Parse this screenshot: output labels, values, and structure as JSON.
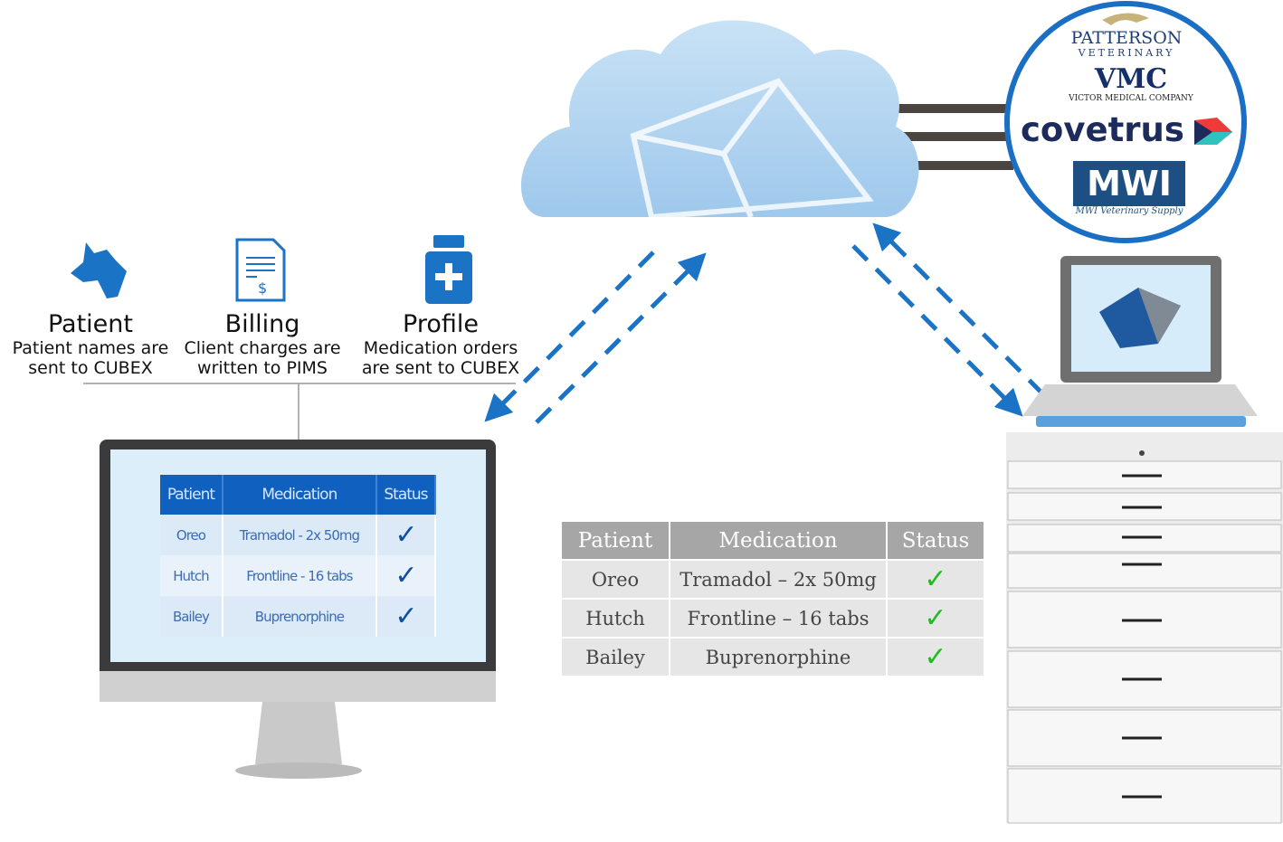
{
  "features": [
    {
      "icon": "dog-icon",
      "title": "Patient",
      "desc_line1": "Patient names are",
      "desc_line2": "sent to CUBEX"
    },
    {
      "icon": "invoice-icon",
      "title": "Billing",
      "desc_line1": "Client charges  are",
      "desc_line2": "written to PIMS"
    },
    {
      "icon": "medication-bottle-icon",
      "title": "Profile",
      "desc_line1": "Medication orders",
      "desc_line2": "are sent to CUBEX"
    }
  ],
  "monitor_table": {
    "headers": [
      "Patient",
      "Medication",
      "Status"
    ],
    "rows": [
      {
        "patient": "Oreo",
        "medication": "Tramadol - 2x 50mg",
        "status": "✓"
      },
      {
        "patient": "Hutch",
        "medication": "Frontline - 16 tabs",
        "status": "✓"
      },
      {
        "patient": "Bailey",
        "medication": "Buprenorphine",
        "status": "✓"
      }
    ]
  },
  "main_table": {
    "headers": [
      "Patient",
      "Medication",
      "Status"
    ],
    "rows": [
      {
        "patient": "Oreo",
        "medication": "Tramadol – 2x 50mg",
        "status": "✓"
      },
      {
        "patient": "Hutch",
        "medication": "Frontline – 16 tabs",
        "status": "✓"
      },
      {
        "patient": "Bailey",
        "medication": "Buprenorphine",
        "status": "✓"
      }
    ]
  },
  "distributors": {
    "patterson": "PATTERSON",
    "patterson_sub": "VETERINARY",
    "vmc": "VMC",
    "vmc_sub": "VICTOR MEDICAL COMPANY",
    "covetrus": "covetrus",
    "mwi": "MWI",
    "mwi_sub": "MWI Veterinary Supply"
  },
  "colors": {
    "accent": "#1a73c4",
    "circle": "#1a6fc4",
    "navy": "#1c2a5c",
    "check_green": "#22bb22",
    "table_header_gray": "#a6a6a6"
  }
}
